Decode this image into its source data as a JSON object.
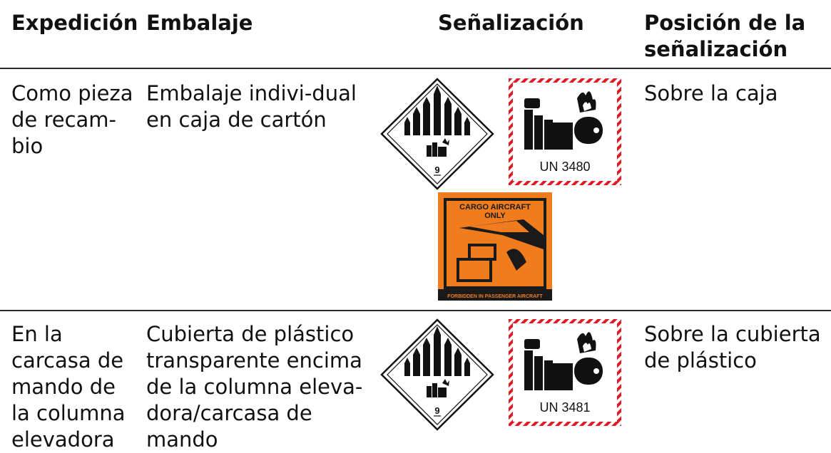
{
  "headers": {
    "col1": "Expedición",
    "col2": "Embalaje",
    "col3": "Señalización",
    "col4": "Posición de la\nseñalización"
  },
  "rows": [
    {
      "expedicion": "Como pieza\nde recam-\nbio",
      "embalaje": "Embalaje indivi-dual\nen caja de cartón",
      "posicion": "Sobre la caja",
      "class9_number": "9",
      "battery_label_un": "UN 3480",
      "cargo_label": {
        "title_line1": "CARGO AIRCRAFT",
        "title_line2": "ONLY",
        "footer": "FORBIDDEN IN PASSENGER AIRCRAFT"
      }
    },
    {
      "expedicion": "En la\ncarcasa de\nmando de\nla columna\nelevadora",
      "embalaje": "Cubierta de plástico\ntransparente encima\nde la columna eleva-\ndora/carcasa de\nmando",
      "posicion": "Sobre la cubierta\nde plástico",
      "class9_number": "9",
      "battery_label_un": "UN 3481"
    }
  ],
  "colors": {
    "rule": "#2a2a2a",
    "hatch_red": "#e01b24",
    "cargo_orange": "#f07c1e",
    "cargo_dark": "#1a1a1a"
  }
}
